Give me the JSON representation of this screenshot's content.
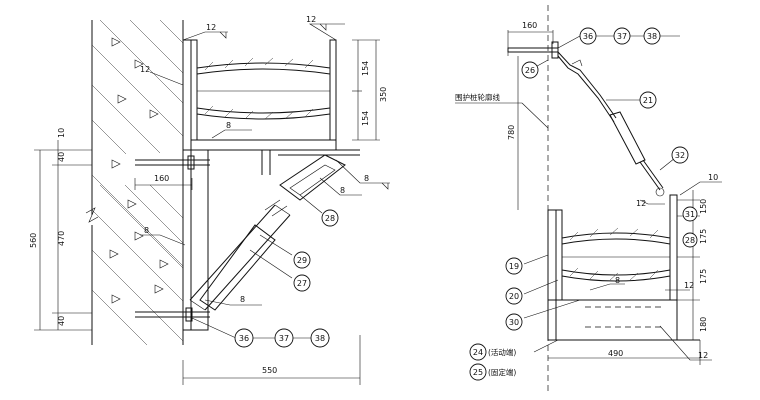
{
  "left_detail": {
    "dimensions": {
      "top_weld_1": "12",
      "top_weld_2": "12",
      "wall_weld": "12",
      "web_top": "154",
      "web_bottom": "154",
      "beam_height": "350",
      "mid_weld": "8",
      "top_small": "10",
      "seg_40_top": "40",
      "seg_470": "470",
      "seg_40_bot": "40",
      "total_560": "560",
      "embed_160": "160",
      "weld_right": "8",
      "weld_diag": "8",
      "weld_left_mid": "8",
      "weld_bottom": "8",
      "total_550": "550"
    },
    "callouts": [
      "28",
      "29",
      "27",
      "36",
      "37",
      "38"
    ]
  },
  "right_detail": {
    "dimensions": {
      "top_160": "160",
      "height_780": "780",
      "weld_10": "10",
      "weld_12_top": "12",
      "dim_150": "150",
      "dim_175_top": "175",
      "dim_175_bot": "175",
      "weld_12_bot": "12",
      "weld_8": "8",
      "dim_180": "180",
      "width_490": "490",
      "weld_12_base": "12"
    },
    "callouts": [
      "36",
      "37",
      "38",
      "26",
      "21",
      "32",
      "31",
      "28",
      "19",
      "20",
      "30",
      "24",
      "25"
    ],
    "labels": {
      "guard_rail_axis": "围护桩轮廓线",
      "movable_end": "(活动端)",
      "fixed_end": "(固定端)"
    }
  }
}
